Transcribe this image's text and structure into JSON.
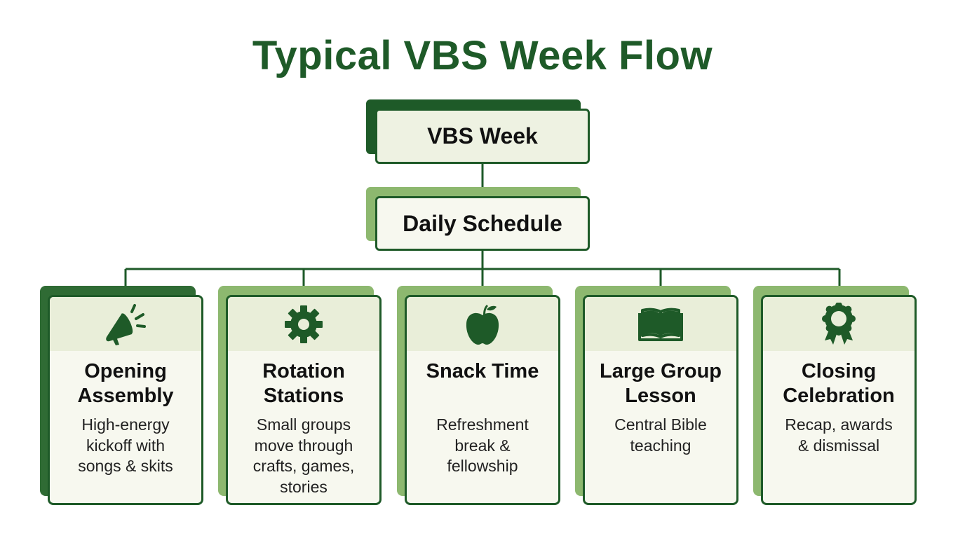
{
  "title": "Typical VBS Week Flow",
  "root": {
    "label": "VBS Week"
  },
  "schedule": {
    "label": "Daily Schedule"
  },
  "colors": {
    "dark_green": "#1e5a28",
    "mid_green": "#2f6b34",
    "light_green": "#8db86f",
    "box_fill": "#eef2e2",
    "card_fill": "#f7f8ef",
    "card_header_fill": "#e9eed9"
  },
  "activities": [
    {
      "icon": "megaphone-icon",
      "title": [
        "Opening",
        "Assembly"
      ],
      "description": [
        "High-energy",
        "kickoff with",
        "songs & skits"
      ]
    },
    {
      "icon": "gear-icon",
      "title": [
        "Rotation",
        "Stations"
      ],
      "description": [
        "Small groups",
        "move through",
        "crafts, games,",
        "stories"
      ]
    },
    {
      "icon": "apple-icon",
      "title": [
        "Snack Time"
      ],
      "description": [
        "Refreshment",
        "break &",
        "fellowship"
      ]
    },
    {
      "icon": "book-icon",
      "title": [
        "Large Group",
        "Lesson"
      ],
      "description": [
        "Central Bible",
        "teaching"
      ]
    },
    {
      "icon": "award-ribbon-icon",
      "title": [
        "Closing",
        "Celebration"
      ],
      "description": [
        "Recap, awards",
        "& dismissal"
      ]
    }
  ]
}
